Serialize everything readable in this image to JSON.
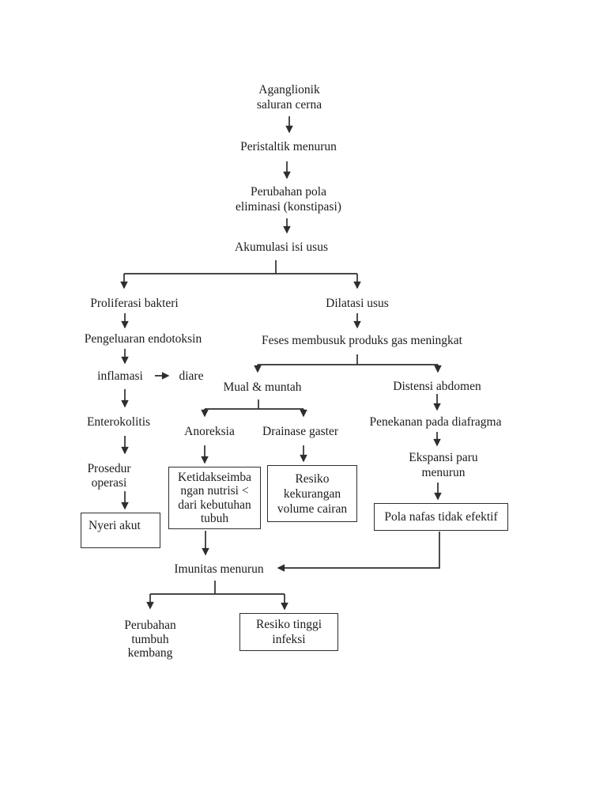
{
  "page": {
    "background": "#ffffff",
    "text_color": "#1c1c1c",
    "line_color": "#2e2e2e"
  },
  "diagram": {
    "type": "flowchart",
    "language": "Indonesian",
    "topic": "Patofisiologi aganglionik saluran cerna",
    "nodes": {
      "aganglionik": {
        "label": "Aganglionik\nsaluran cerna",
        "boxed": false
      },
      "peristaltik": {
        "label": "Peristaltik menurun",
        "boxed": false
      },
      "perubahan_pola": {
        "label": "Perubahan pola\neliminasi (konstipasi)",
        "boxed": false
      },
      "akumulasi": {
        "label": "Akumulasi isi usus",
        "boxed": false
      },
      "proliferasi": {
        "label": "Proliferasi bakteri",
        "boxed": false
      },
      "pengeluaran_endotoksin": {
        "label": "Pengeluaran endotoksin",
        "boxed": false
      },
      "inflamasi": {
        "label": "inflamasi",
        "boxed": false
      },
      "diare": {
        "label": "diare",
        "boxed": false
      },
      "enterokolitis": {
        "label": "Enterokolitis",
        "boxed": false
      },
      "prosedur_operasi": {
        "label": "Prosedur\noperasi",
        "boxed": false
      },
      "nyeri_akut": {
        "label": "Nyeri akut",
        "boxed": true
      },
      "dilatasi": {
        "label": "Dilatasi usus",
        "boxed": false
      },
      "feses": {
        "label": "Feses membusuk produks gas meningkat",
        "boxed": false
      },
      "mual_muntah": {
        "label": "Mual & muntah",
        "boxed": false
      },
      "anoreksia": {
        "label": "Anoreksia",
        "boxed": false
      },
      "drainase_gaster": {
        "label": "Drainase gaster",
        "boxed": false
      },
      "ketidakseimbangan_nutrisi": {
        "label": "Ketidakseimba\nngan nutrisi <\ndari kebutuhan\ntubuh",
        "boxed": true
      },
      "resiko_kekurangan_cairan": {
        "label": "Resiko\nkekurangan\nvolume cairan",
        "boxed": true
      },
      "distensi": {
        "label": "Distensi abdomen",
        "boxed": false
      },
      "penekanan_diafragma": {
        "label": "Penekanan pada diafragma",
        "boxed": false
      },
      "ekspansi_paru": {
        "label": "Ekspansi paru\nmenurun",
        "boxed": false
      },
      "pola_nafas": {
        "label": "Pola nafas tidak efektif",
        "boxed": true
      },
      "imunitas": {
        "label": "Imunitas menurun",
        "boxed": false
      },
      "perubahan_tumbuh_kembang": {
        "label": "Perubahan\ntumbuh\nkembang",
        "boxed": false
      },
      "resiko_tinggi_infeksi": {
        "label": "Resiko tinggi\ninfeksi",
        "boxed": true
      }
    },
    "edges": [
      {
        "from": "aganglionik",
        "to": "peristaltik"
      },
      {
        "from": "peristaltik",
        "to": "perubahan_pola"
      },
      {
        "from": "perubahan_pola",
        "to": "akumulasi"
      },
      {
        "from": "akumulasi",
        "to": "proliferasi"
      },
      {
        "from": "akumulasi",
        "to": "dilatasi"
      },
      {
        "from": "proliferasi",
        "to": "pengeluaran_endotoksin"
      },
      {
        "from": "pengeluaran_endotoksin",
        "to": "inflamasi"
      },
      {
        "from": "inflamasi",
        "to": "diare"
      },
      {
        "from": "inflamasi",
        "to": "enterokolitis"
      },
      {
        "from": "enterokolitis",
        "to": "prosedur_operasi"
      },
      {
        "from": "prosedur_operasi",
        "to": "nyeri_akut"
      },
      {
        "from": "dilatasi",
        "to": "feses"
      },
      {
        "from": "feses",
        "to": "mual_muntah"
      },
      {
        "from": "feses",
        "to": "distensi"
      },
      {
        "from": "mual_muntah",
        "to": "anoreksia"
      },
      {
        "from": "mual_muntah",
        "to": "drainase_gaster"
      },
      {
        "from": "anoreksia",
        "to": "ketidakseimbangan_nutrisi"
      },
      {
        "from": "drainase_gaster",
        "to": "resiko_kekurangan_cairan"
      },
      {
        "from": "distensi",
        "to": "penekanan_diafragma"
      },
      {
        "from": "penekanan_diafragma",
        "to": "ekspansi_paru"
      },
      {
        "from": "ekspansi_paru",
        "to": "pola_nafas"
      },
      {
        "from": "ketidakseimbangan_nutrisi",
        "to": "imunitas"
      },
      {
        "from": "pola_nafas",
        "to": "imunitas"
      },
      {
        "from": "imunitas",
        "to": "perubahan_tumbuh_kembang"
      },
      {
        "from": "imunitas",
        "to": "resiko_tinggi_infeksi"
      }
    ]
  }
}
